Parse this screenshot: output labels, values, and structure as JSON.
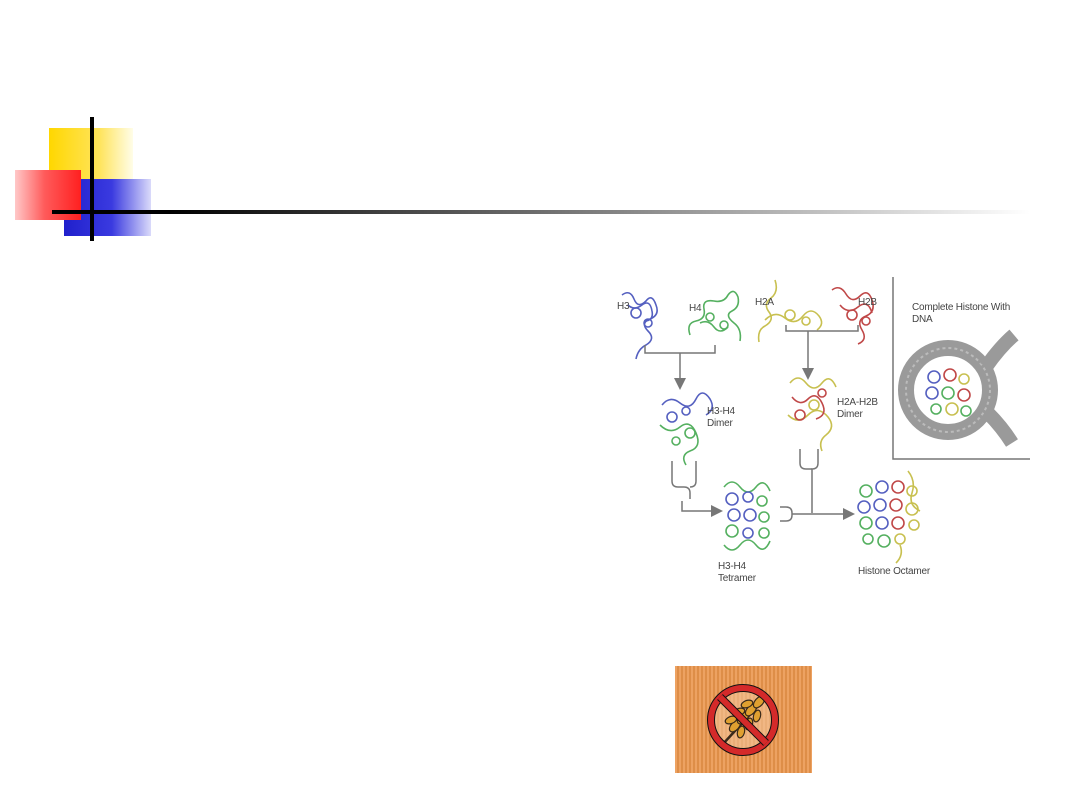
{
  "slide": {
    "decor": {
      "colors": {
        "yellow": "#FFD700",
        "red": "#FF2A2A",
        "blue": "#2B2BD9",
        "rule": "#000000"
      }
    },
    "diagram": {
      "labels": {
        "h3": "H3",
        "h4": "H4",
        "h2a": "H2A",
        "h2b": "H2B",
        "h3h4_dimer_line1": "H3-H4",
        "h3h4_dimer_line2": "Dimer",
        "h2ah2b_dimer_line1": "H2A-H2B",
        "h2ah2b_dimer_line2": "Dimer",
        "tetramer_line1": "H3-H4",
        "tetramer_line2": "Tetramer",
        "octamer": "Histone Octamer",
        "complete_line1": "Complete Histone With",
        "complete_line2": "DNA"
      },
      "colors": {
        "h3": "#5560C0",
        "h4": "#55B060",
        "h2a": "#C8C050",
        "h2b": "#C04848",
        "dna": "#9A9A9A",
        "arrow": "#777777"
      }
    },
    "no_gluten_icon": {
      "name": "no-gluten-icon",
      "colors": {
        "background": "#E89A55",
        "stripe": "#D98A45",
        "ring": "#D42A2A",
        "grain": "#E0A030"
      }
    }
  }
}
